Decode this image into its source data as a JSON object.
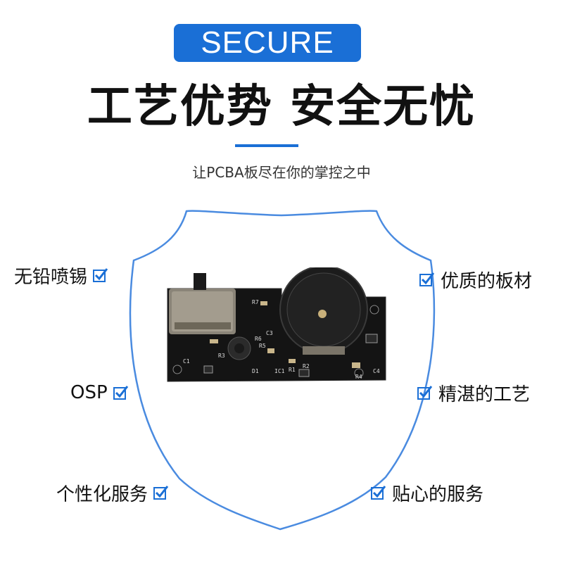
{
  "badge": {
    "text": "SECURE"
  },
  "headline": "工艺优势 安全无忧",
  "subtitle": "让PCBA板尽在你的掌控之中",
  "colors": {
    "accent": "#1a6fd6",
    "board": "#141414",
    "text": "#111111"
  },
  "features_left": [
    {
      "label": "无铅喷锡"
    },
    {
      "label": "OSP"
    },
    {
      "label": "个性化服务"
    }
  ],
  "features_right": [
    {
      "label": "优质的板材"
    },
    {
      "label": "精湛的工艺"
    },
    {
      "label": "贴心的服务"
    }
  ],
  "board_labels": {
    "r7": "R7",
    "r6": "R6",
    "r5": "R5",
    "r3": "R3",
    "r2": "R2",
    "r1": "R1",
    "r4": "R4",
    "c1": "C1",
    "c3": "C3",
    "c4": "C4",
    "ic1": "IC1",
    "d1": "D1"
  },
  "icons": {
    "check": "checkbox-check-icon",
    "shield": "shield-outline"
  }
}
